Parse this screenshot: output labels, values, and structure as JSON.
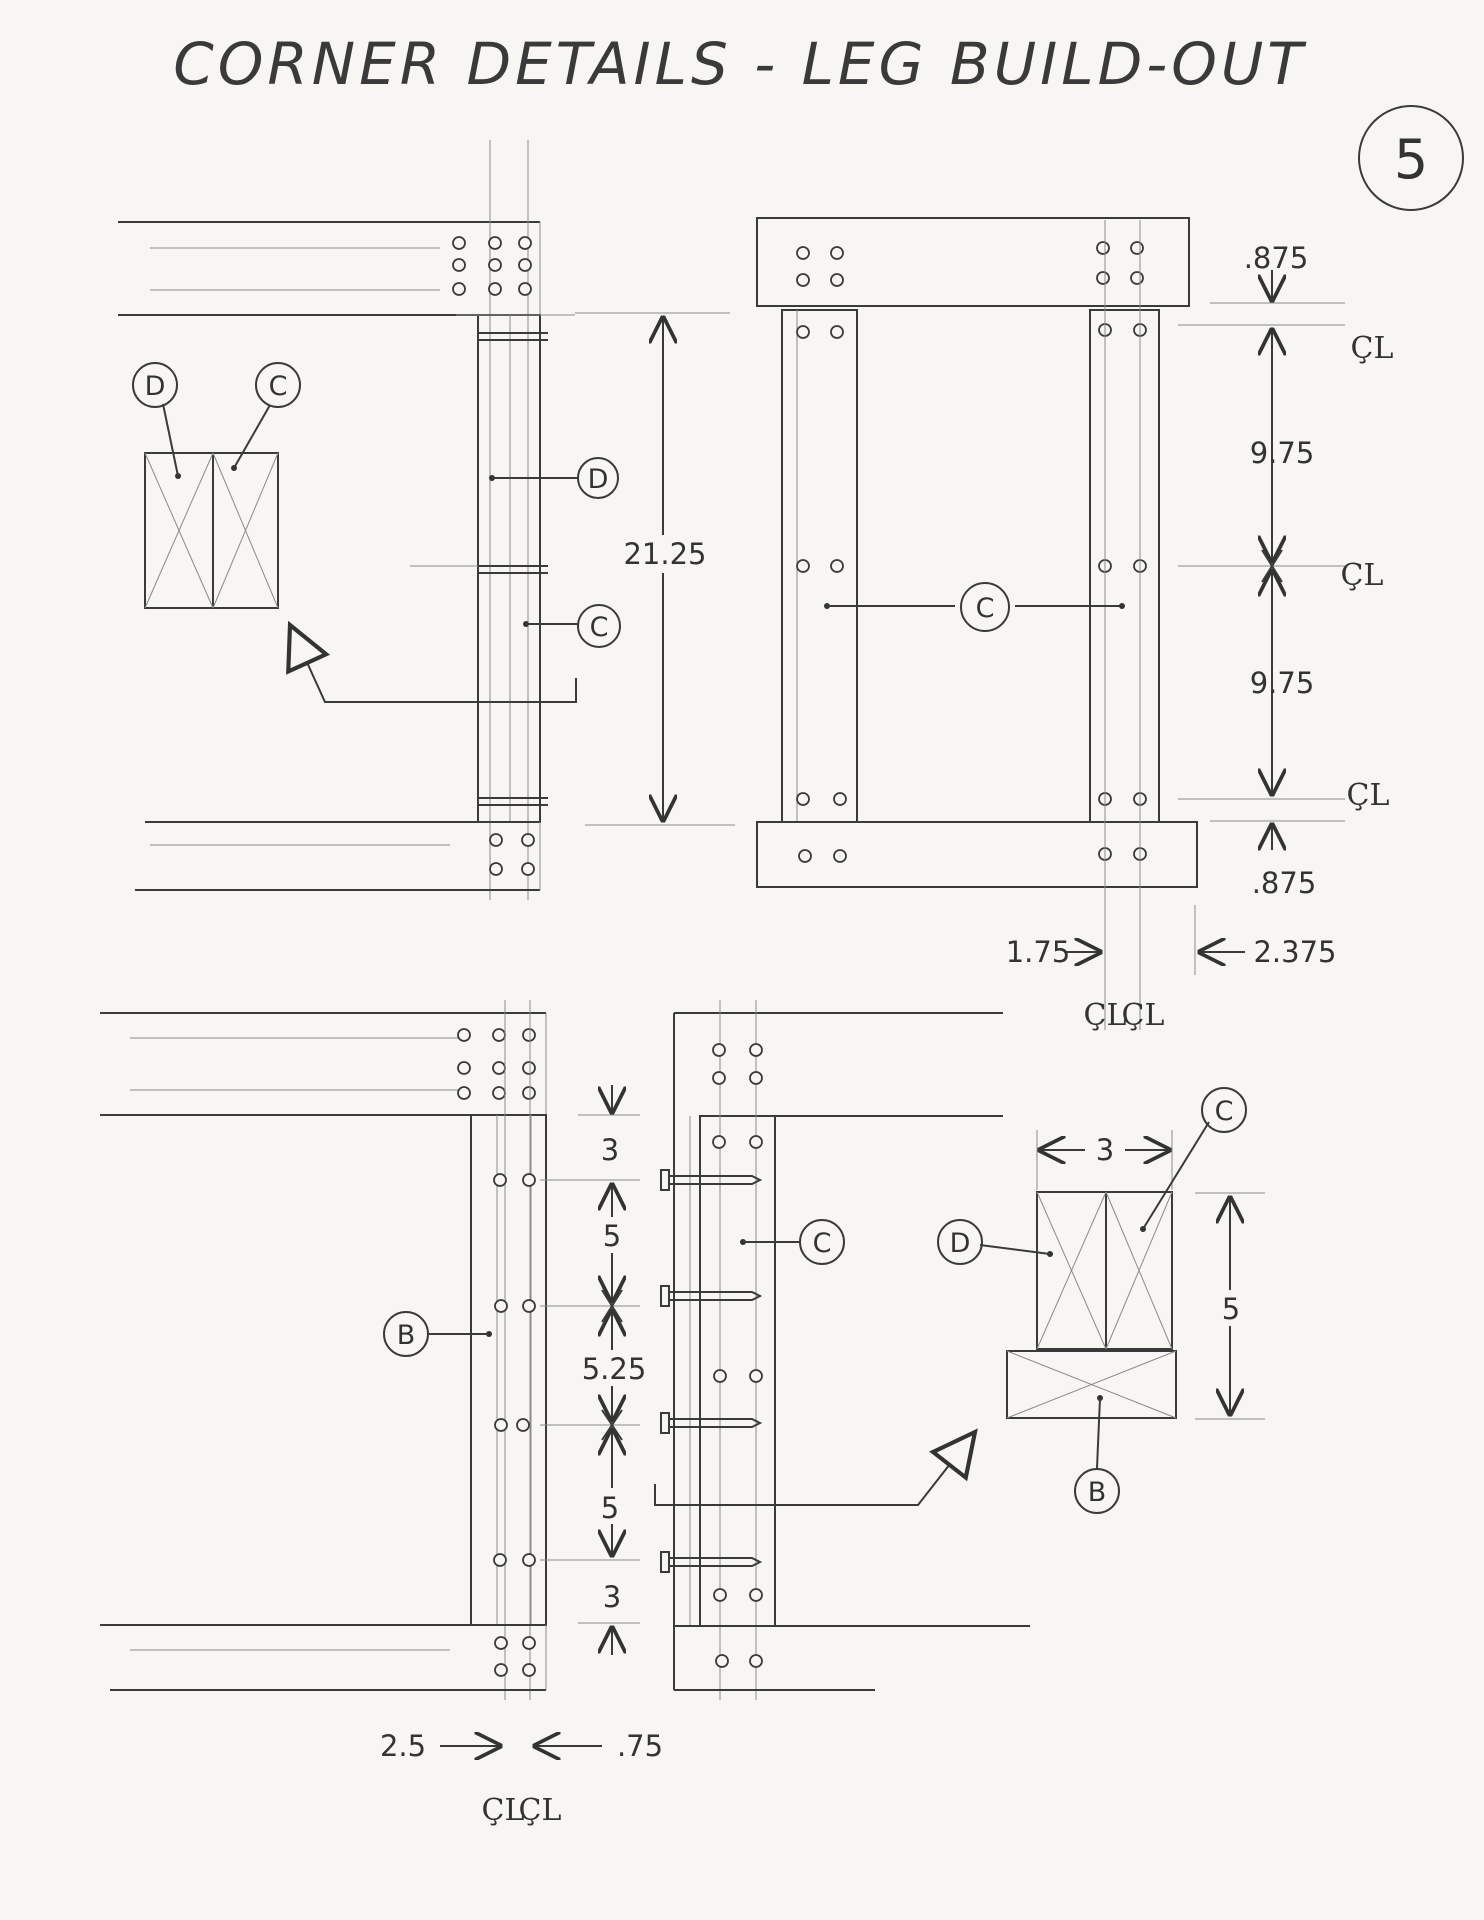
{
  "title": "CORNER DETAILS - LEG BUILD-OUT",
  "sheet_number": "5",
  "centerline_symbol": "ÇL",
  "callouts": {
    "b": "B",
    "c": "C",
    "d": "D"
  },
  "dimensions": {
    "top_left_height": "21.25",
    "top_right_offset_top": ".875",
    "top_right_spacing_1": "9.75",
    "top_right_spacing_2": "9.75",
    "top_right_offset_bottom": ".875",
    "top_right_width_a": "1.75",
    "top_right_width_b": "2.375",
    "bottom_left_spacing_1": "3",
    "bottom_left_spacing_2": "5",
    "bottom_left_spacing_3": "5.25",
    "bottom_left_spacing_4": "5",
    "bottom_left_spacing_5": "3",
    "bottom_left_width_a": "2.5",
    "bottom_left_width_b": ".75",
    "section_width": "3",
    "section_height": "5"
  }
}
